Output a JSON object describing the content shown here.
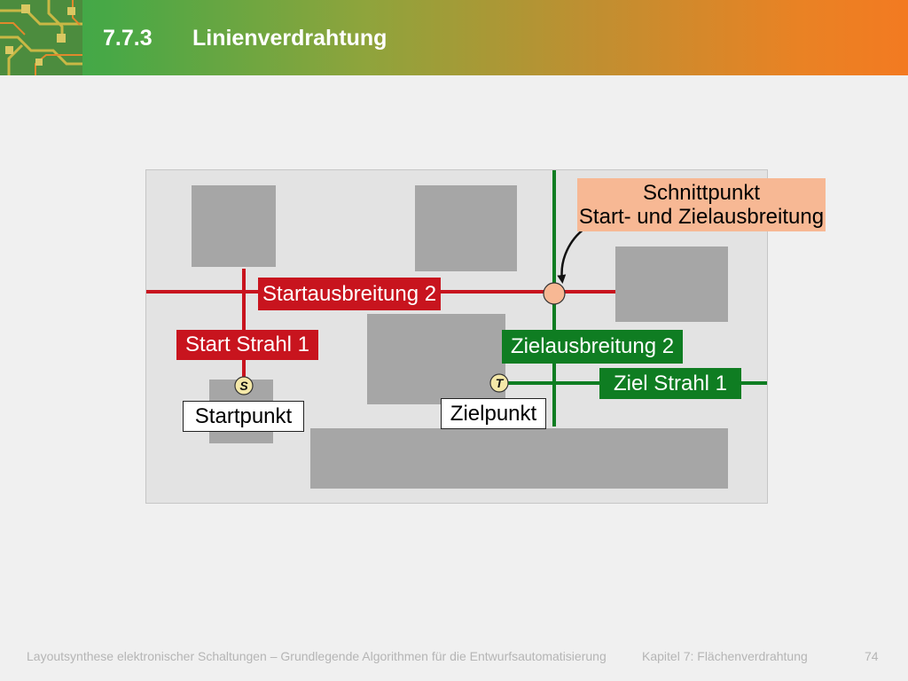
{
  "header": {
    "section_number": "7.7.3",
    "title": "Linienverdrahtung"
  },
  "diagram": {
    "callout": {
      "line1": "Schnittpunkt",
      "line2": "Start- und Zielausbreitung"
    },
    "labels": {
      "start_expansion_2": "Startausbreitung 2",
      "start_ray_1": "Start Strahl 1",
      "target_expansion_2": "Zielausbreitung 2",
      "target_ray_1": "Ziel Strahl 1",
      "start_point": "Startpunkt",
      "target_point": "Zielpunkt"
    },
    "markers": {
      "start": "S",
      "target": "T"
    }
  },
  "footer": {
    "course": "Layoutsynthese elektronischer Schaltungen – Grundlegende Algorithmen für die Entwurfsautomatisierung",
    "chapter": "Kapitel 7: Flächenverdrahtung",
    "page": "74"
  },
  "colors": {
    "start_color": "#c8141e",
    "target_color": "#0f7d22",
    "intersection_color": "#f7b894",
    "obstacle_color": "#a6a6a6",
    "marker_color": "#f4e8a8",
    "panel_color": "#e3e3e3",
    "page_background": "#f0f0f0",
    "footer_text": "#b5b5b5"
  }
}
